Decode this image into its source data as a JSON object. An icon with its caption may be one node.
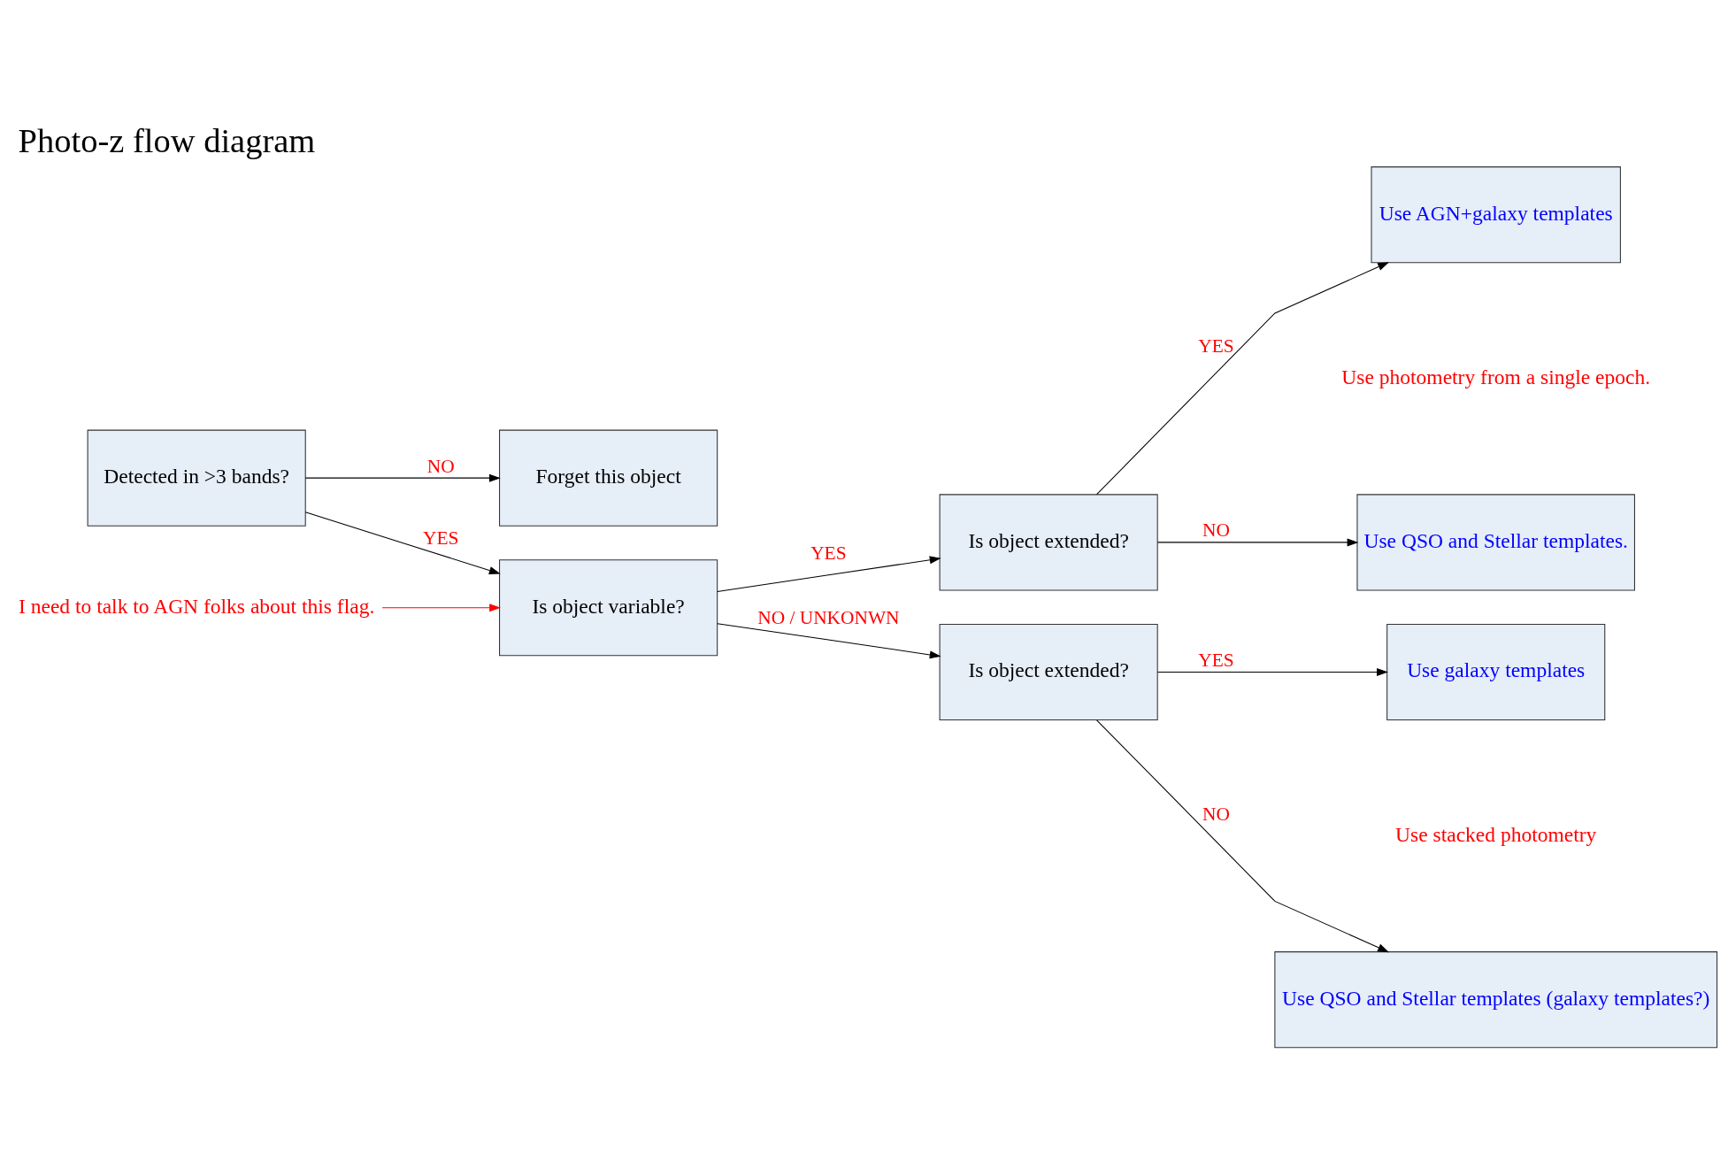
{
  "diagram": {
    "title": "Photo-z flow diagram",
    "nodes": [
      {
        "text": [
          "Detected in >3 bands?"
        ]
      },
      {
        "text": [
          "Forget this object"
        ]
      },
      {
        "text": [
          "Is object variable?"
        ]
      },
      {
        "text": [
          "Is object extended?"
        ]
      },
      {
        "text": [
          "Use AGN+galaxy templates"
        ]
      },
      {
        "text": [
          "Use QSO and Stellar templates."
        ]
      },
      {
        "text": [
          "Is object extended?"
        ]
      },
      {
        "text": [
          "Use galaxy templates"
        ]
      },
      {
        "text": [
          "Use QSO and Stellar templates (galaxy templates?)"
        ]
      },
      {
        "text": [
          "I need to talk to AGN folks about this flag."
        ]
      }
    ],
    "edges": [
      {
        "from": 0,
        "to": 1,
        "arrow": "to",
        "label": "NO"
      },
      {
        "from": 0,
        "to": 2,
        "arrow": "to",
        "label": "YES"
      },
      {
        "from": 2,
        "to": 3,
        "arrow": "to",
        "label": "YES"
      },
      {
        "from": 2,
        "to": 6,
        "arrow": "to",
        "label": "NO / UNKONWN"
      },
      {
        "from": 3,
        "to": 4,
        "arrow": "to",
        "label": "YES"
      },
      {
        "from": 3,
        "to": 5,
        "arrow": "to",
        "label": "NO"
      },
      {
        "from": 6,
        "to": 7,
        "arrow": "to",
        "label": "YES"
      },
      {
        "from": 6,
        "to": 8,
        "arrow": "to",
        "label": "NO"
      },
      {
        "from": 9,
        "to": 2,
        "arrow": "to",
        "color": "#ff0000"
      }
    ],
    "labels": [
      "Use photometry from a single epoch.",
      "Use stacked photometry"
    ]
  }
}
